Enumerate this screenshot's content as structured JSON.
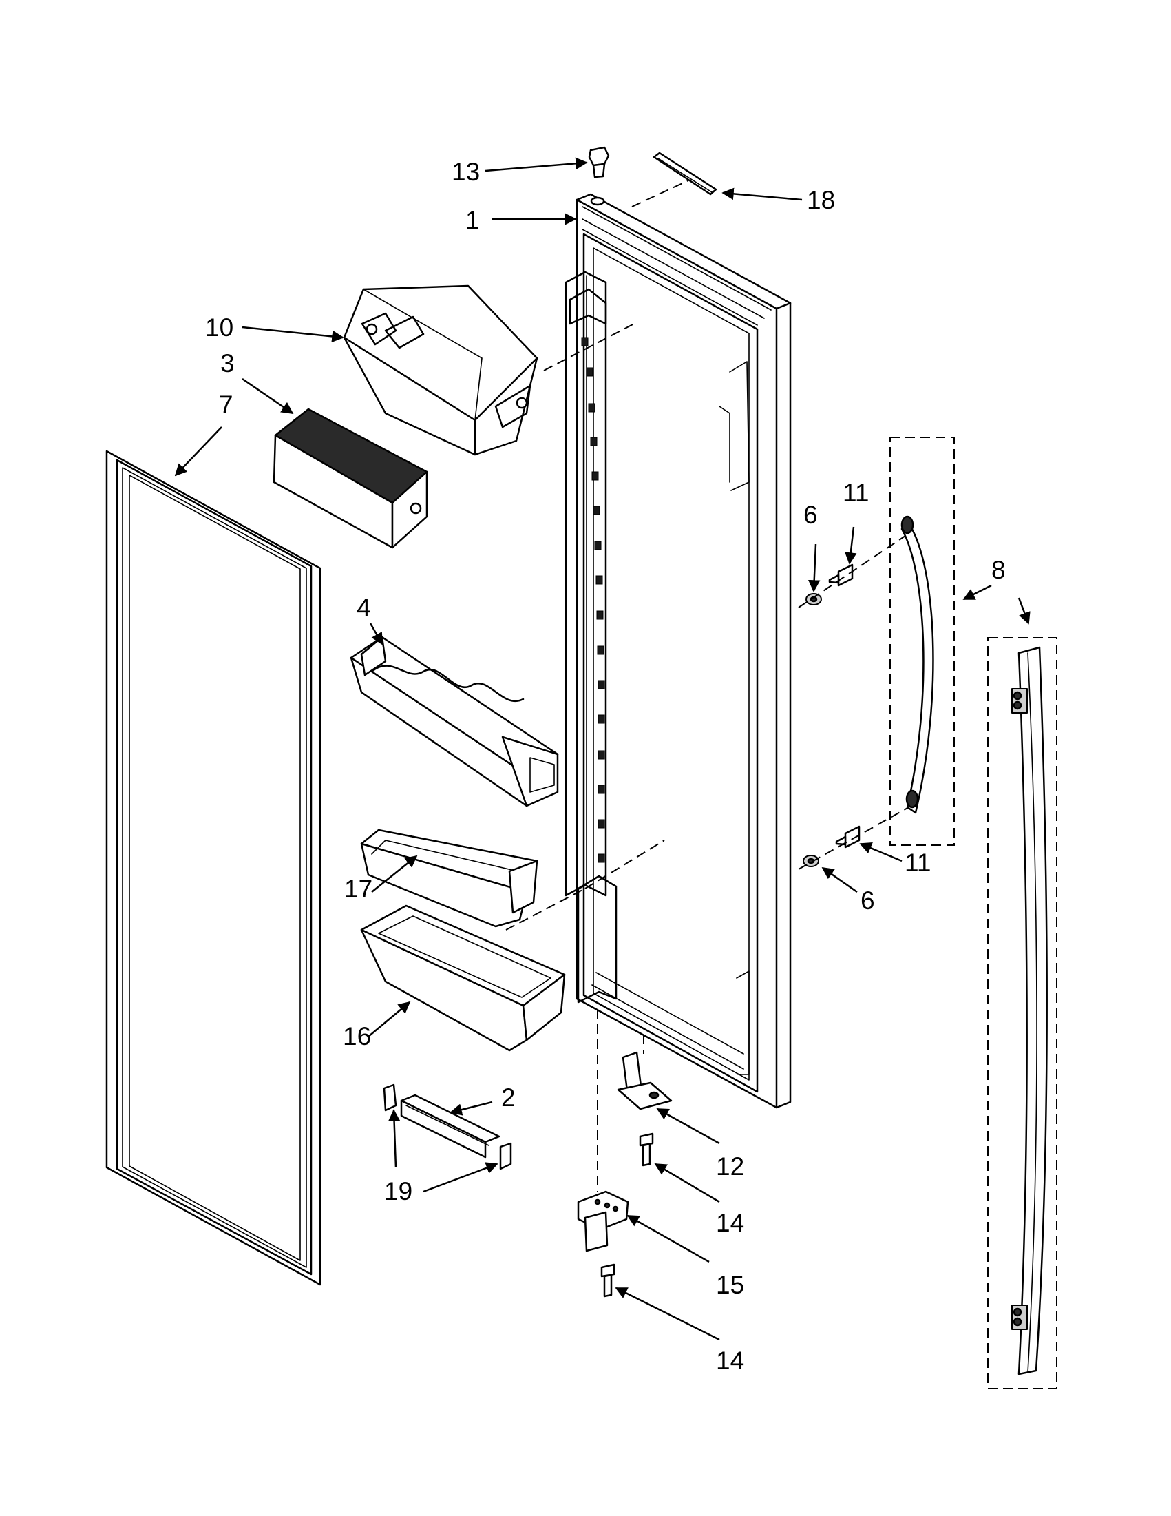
{
  "diagram": {
    "callouts": [
      {
        "id": "c13",
        "label": "13"
      },
      {
        "id": "c18",
        "label": "18"
      },
      {
        "id": "c1",
        "label": "1"
      },
      {
        "id": "c10",
        "label": "10"
      },
      {
        "id": "c3",
        "label": "3"
      },
      {
        "id": "c7",
        "label": "7"
      },
      {
        "id": "c11a",
        "label": "11"
      },
      {
        "id": "c6a",
        "label": "6"
      },
      {
        "id": "c8",
        "label": "8"
      },
      {
        "id": "c4",
        "label": "4"
      },
      {
        "id": "c11b",
        "label": "11"
      },
      {
        "id": "c6b",
        "label": "6"
      },
      {
        "id": "c17",
        "label": "17"
      },
      {
        "id": "c16",
        "label": "16"
      },
      {
        "id": "c2",
        "label": "2"
      },
      {
        "id": "c12",
        "label": "12"
      },
      {
        "id": "c19",
        "label": "19"
      },
      {
        "id": "c14a",
        "label": "14"
      },
      {
        "id": "c15",
        "label": "15"
      },
      {
        "id": "c14b",
        "label": "14"
      }
    ]
  }
}
